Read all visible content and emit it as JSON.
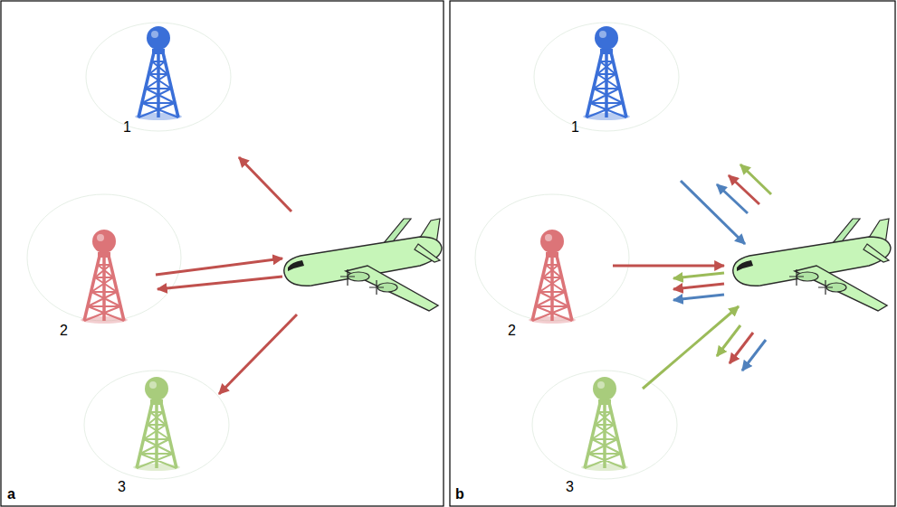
{
  "diagram": {
    "labels": [
      "1",
      "2",
      "3",
      "a",
      "1",
      "2",
      "3",
      "b"
    ]
  }
}
